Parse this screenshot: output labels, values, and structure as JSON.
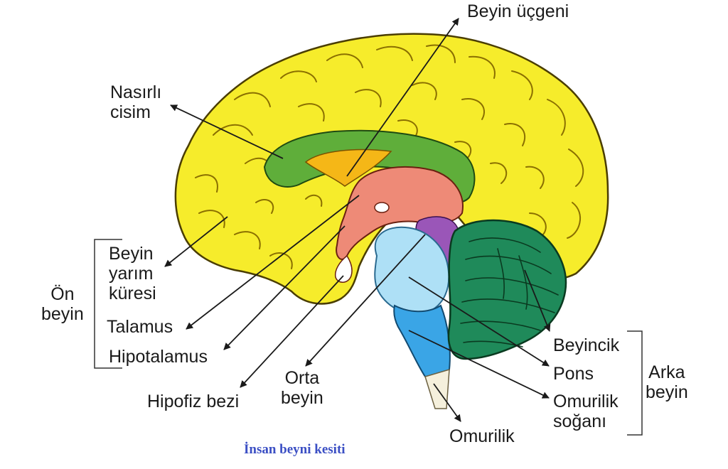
{
  "labels": {
    "beyin_ucgeni": "Beyin üçgeni",
    "nasirli_cisim": [
      "Nasırlı",
      "cisim"
    ],
    "beyin_yarim_kuresi": [
      "Beyin",
      "yarım",
      "küresi"
    ],
    "talamus": "Talamus",
    "hipotalamus": "Hipotalamus",
    "hipofiz_bezi": "Hipofiz bezi",
    "orta_beyin": [
      "Orta",
      "beyin"
    ],
    "beyincik": "Beyincik",
    "pons": "Pons",
    "omurilik_soğani": [
      "Omurilik",
      "soğanı"
    ],
    "omurilik": "Omurilik",
    "on_beyin": [
      "Ön",
      "beyin"
    ],
    "arka_beyin": [
      "Arka",
      "beyin"
    ]
  },
  "caption": "İnsan beyni kesiti",
  "colors": {
    "cerebrum": "#f6ec2b",
    "corpus_callosum": "#5fae3a",
    "fornix_triangle": "#f5b717",
    "thalamus": "#ee8a77",
    "midbrain": "#9a56b8",
    "pons": "#aee0f6",
    "medulla": "#3aa5e6",
    "cerebellum": "#1f8a5a",
    "caption": "#3b4fc4"
  }
}
